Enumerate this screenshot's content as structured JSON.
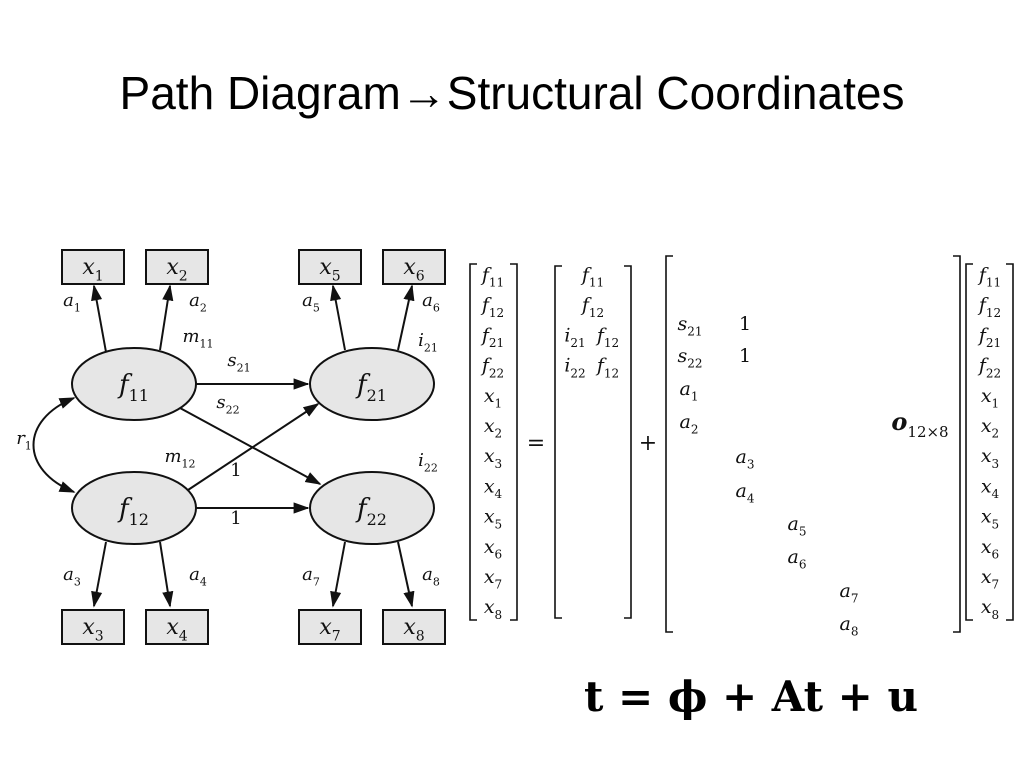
{
  "slide": {
    "title": "Path Diagram→Structural Coordinates",
    "equation": "t = ϕ + At + u"
  },
  "diagram": {
    "boxes": [
      {
        "id": "x1",
        "base": "x",
        "sub": "1"
      },
      {
        "id": "x2",
        "base": "x",
        "sub": "2"
      },
      {
        "id": "x5",
        "base": "x",
        "sub": "5"
      },
      {
        "id": "x6",
        "base": "x",
        "sub": "6"
      },
      {
        "id": "x3",
        "base": "x",
        "sub": "3"
      },
      {
        "id": "x4",
        "base": "x",
        "sub": "4"
      },
      {
        "id": "x7",
        "base": "x",
        "sub": "7"
      },
      {
        "id": "x8",
        "base": "x",
        "sub": "8"
      }
    ],
    "ellipses": [
      {
        "id": "f11",
        "base": "f",
        "sub": "11"
      },
      {
        "id": "f21",
        "base": "f",
        "sub": "21"
      },
      {
        "id": "f12",
        "base": "f",
        "sub": "12"
      },
      {
        "id": "f22",
        "base": "f",
        "sub": "22"
      }
    ],
    "edges": [
      {
        "from": "f11",
        "to": "x1"
      },
      {
        "from": "f11",
        "to": "x2"
      },
      {
        "from": "f21",
        "to": "x5"
      },
      {
        "from": "f21",
        "to": "x6"
      },
      {
        "from": "f12",
        "to": "x3"
      },
      {
        "from": "f12",
        "to": "x4"
      },
      {
        "from": "f22",
        "to": "x7"
      },
      {
        "from": "f22",
        "to": "x8"
      },
      {
        "from": "f11",
        "to": "f21"
      },
      {
        "from": "f11",
        "to": "f22"
      },
      {
        "from": "f12",
        "to": "f21"
      },
      {
        "from": "f12",
        "to": "f22"
      },
      {
        "from": "f12",
        "to": "f11",
        "curved": true
      }
    ],
    "labels": [
      {
        "base": "a",
        "sub": "1"
      },
      {
        "base": "a",
        "sub": "2"
      },
      {
        "base": "a",
        "sub": "5"
      },
      {
        "base": "a",
        "sub": "6"
      },
      {
        "base": "m",
        "sub": "11"
      },
      {
        "base": "i",
        "sub": "21"
      },
      {
        "base": "s",
        "sub": "21"
      },
      {
        "base": "s",
        "sub": "22"
      },
      {
        "base": "r",
        "sub": "1"
      },
      {
        "base": "m",
        "sub": "12"
      },
      {
        "base": "i",
        "sub": "22"
      },
      {
        "base": "1",
        "sub": ""
      },
      {
        "base": "1",
        "sub": ""
      },
      {
        "base": "a",
        "sub": "3"
      },
      {
        "base": "a",
        "sub": "4"
      },
      {
        "base": "a",
        "sub": "7"
      },
      {
        "base": "a",
        "sub": "8"
      }
    ]
  },
  "matrix_equation": {
    "t_vector": [
      {
        "base": "f",
        "sub": "11"
      },
      {
        "base": "f",
        "sub": "12"
      },
      {
        "base": "f",
        "sub": "21"
      },
      {
        "base": "f",
        "sub": "22"
      },
      {
        "base": "x",
        "sub": "1"
      },
      {
        "base": "x",
        "sub": "2"
      },
      {
        "base": "x",
        "sub": "3"
      },
      {
        "base": "x",
        "sub": "4"
      },
      {
        "base": "x",
        "sub": "5"
      },
      {
        "base": "x",
        "sub": "6"
      },
      {
        "base": "x",
        "sub": "7"
      },
      {
        "base": "x",
        "sub": "8"
      }
    ],
    "equals_sign": "=",
    "phi_vector": [
      [
        {
          "base": "f",
          "sub": "11"
        }
      ],
      [
        {
          "base": "f",
          "sub": "12"
        }
      ],
      [
        {
          "base": "i",
          "sub": "21"
        },
        {
          "base": "f",
          "sub": "12"
        }
      ],
      [
        {
          "base": "i",
          "sub": "22"
        },
        {
          "base": "f",
          "sub": "12"
        }
      ]
    ],
    "plus_sign": "+",
    "A_entries": [
      {
        "base": "s",
        "sub": "21"
      },
      {
        "base": "1",
        "sub": ""
      },
      {
        "base": "s",
        "sub": "22"
      },
      {
        "base": "1",
        "sub": ""
      },
      {
        "base": "a",
        "sub": "1"
      },
      {
        "base": "a",
        "sub": "2"
      },
      {
        "base": "a",
        "sub": "3"
      },
      {
        "base": "a",
        "sub": "4"
      },
      {
        "base": "a",
        "sub": "5"
      },
      {
        "base": "a",
        "sub": "6"
      },
      {
        "base": "a",
        "sub": "7"
      },
      {
        "base": "a",
        "sub": "8"
      }
    ],
    "zero_block": {
      "base": "o",
      "sub": "12×8"
    },
    "t_vector_right": [
      {
        "base": "f",
        "sub": "11"
      },
      {
        "base": "f",
        "sub": "12"
      },
      {
        "base": "f",
        "sub": "21"
      },
      {
        "base": "f",
        "sub": "22"
      },
      {
        "base": "x",
        "sub": "1"
      },
      {
        "base": "x",
        "sub": "2"
      },
      {
        "base": "x",
        "sub": "3"
      },
      {
        "base": "x",
        "sub": "4"
      },
      {
        "base": "x",
        "sub": "5"
      },
      {
        "base": "x",
        "sub": "6"
      },
      {
        "base": "x",
        "sub": "7"
      },
      {
        "base": "x",
        "sub": "8"
      }
    ]
  }
}
